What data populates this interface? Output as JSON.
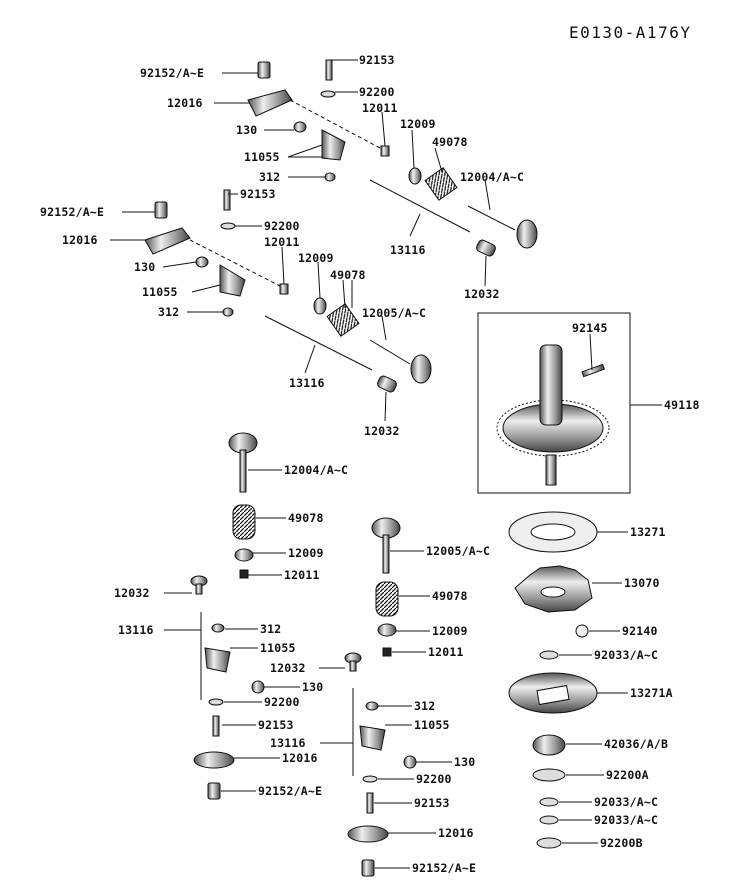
{
  "figure_code": "E0130-A176Y",
  "callouts": [
    "92153",
    "92152/A~E",
    "92200",
    "12016",
    "12011",
    "130",
    "12009",
    "49078",
    "11055",
    "312",
    "12004/A~C",
    "92153",
    "92152/A~E",
    "92200",
    "12016",
    "12011",
    "12009",
    "130",
    "49078",
    "11055",
    "312",
    "12005/A~C",
    "13116",
    "12032",
    "13116",
    "12032",
    "92145",
    "49118",
    "12004/A~C",
    "49078",
    "13271",
    "12009",
    "12011",
    "12005/A~C",
    "13070",
    "12032",
    "49078",
    "13116",
    "312",
    "12009",
    "11055",
    "12011",
    "92140",
    "92033/A~C",
    "12032",
    "130",
    "92200",
    "13271A",
    "312",
    "92153",
    "11055",
    "13116",
    "12016",
    "130",
    "42036/A/B",
    "92200",
    "92200A",
    "92152/A~E",
    "92153",
    "92033/A~C",
    "92033/A~C",
    "12016",
    "92200B",
    "92152/A~E"
  ]
}
